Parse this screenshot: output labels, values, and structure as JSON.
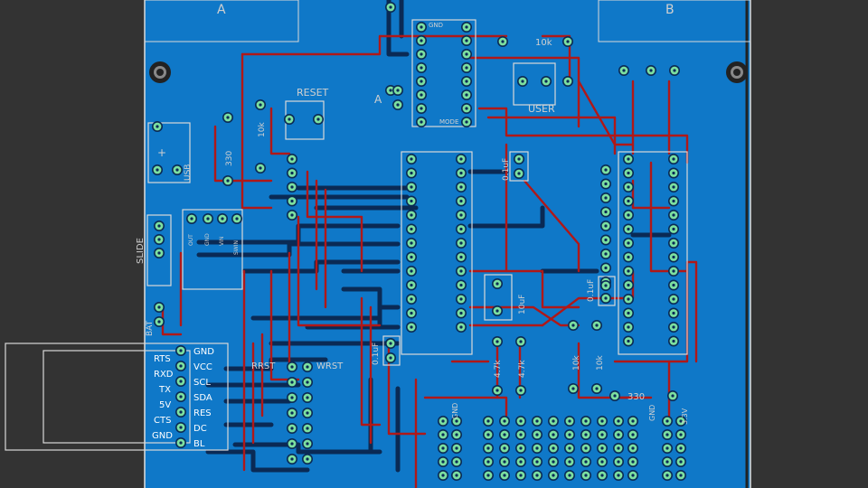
{
  "colors": {
    "background": "#333333",
    "board": "#0f78c8",
    "trace_top": "#b01818",
    "trace_bottom": "#0a2a55",
    "pad": "#7ce0a0",
    "silkscreen": "#d8d8d8"
  },
  "labels": {
    "conn_a": "A",
    "conn_b": "B",
    "small_a": "A",
    "reset": "RESET",
    "user": "USER",
    "gnd_top": "GND",
    "mode": "MODE",
    "slide": "SLIDE",
    "usb": "USB",
    "bat": "BAT",
    "rrst": "RRST",
    "wrst": "WRST",
    "gnd_bottom": "GND",
    "v33": "3.3V",
    "r_10k_top": "10k",
    "r_10k_left": "10k",
    "r_330_left": "330",
    "r_330_bottom": "330",
    "r_4k7_a": "4.7k",
    "r_4k7_b": "4.7k",
    "r_10k_a": "10k",
    "r_10k_b": "10k",
    "c_01uf_a": "0.1uF",
    "c_01uf_b": "0.1uF",
    "c_01uf_c": "0.1uF",
    "c_10uf": "10uF",
    "plus": "+",
    "volt_labels": [
      "OUT",
      "GND",
      "VIN"
    ],
    "sw_label": "SWIN",
    "header_pins": [
      "GND",
      "VCC",
      "SCL",
      "SDA",
      "RES",
      "DC",
      "BL"
    ],
    "ftdi_pins": [
      "RTS",
      "RXD",
      "TX",
      "5V",
      "CTS",
      "GND"
    ]
  }
}
